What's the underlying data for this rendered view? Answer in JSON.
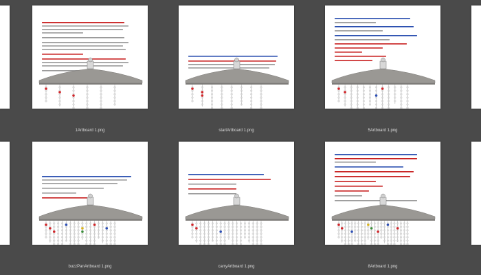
{
  "window": {
    "background": "#4a4a4a"
  },
  "thumbnails": [
    {
      "caption": "1Artboard 1.png"
    },
    {
      "caption": "startArtboard 1.png"
    },
    {
      "caption": "5Artboard 1.png"
    },
    {
      "caption": "buzzPanArtboard 1.png"
    },
    {
      "caption": "carryArtboard 1.png"
    },
    {
      "caption": "8Artboard 1.png"
    }
  ],
  "colors": {
    "mountain": "#9a9894",
    "mountain_edge": "#7d7b78",
    "red_text": "#c81e1e",
    "blue_text": "#2a4fb0",
    "strand": "#b8b8b8",
    "bead_red": "#d0262a",
    "bead_blue": "#2d4fb5",
    "bead_green": "#3a8d3a",
    "bead_yellow": "#d9b31c"
  }
}
